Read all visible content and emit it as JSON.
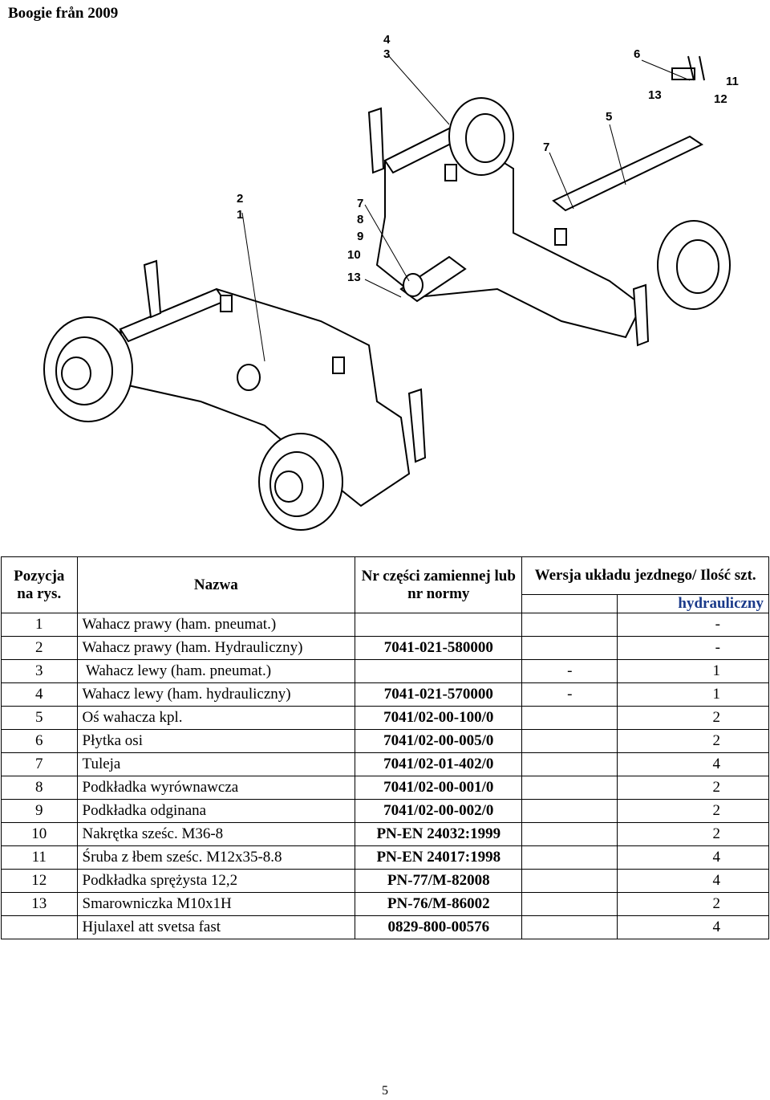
{
  "page_title": "Boogie från 2009",
  "callouts": [
    "4",
    "3",
    "6",
    "11",
    "13",
    "12",
    "5",
    "7",
    "2",
    "1",
    "7",
    "8",
    "9",
    "10",
    "13"
  ],
  "table": {
    "headers": {
      "position": "Pozycja na rys.",
      "name": "Nazwa",
      "part_no": "Nr części zamiennej lub nr normy",
      "version": "Wersja układu jezdnego/ Ilość szt.",
      "hydraulic": "hydrauliczny"
    },
    "rows": [
      {
        "pos": "1",
        "name": "Wahacz prawy (ham. pneumat.)",
        "nr": "",
        "v1": "",
        "v2": "-"
      },
      {
        "pos": "2",
        "name": "Wahacz prawy (ham. Hydrauliczny)",
        "nr": "7041-021-580000",
        "v1": "",
        "v2": "-"
      },
      {
        "pos": "3",
        "name": " Wahacz lewy (ham. pneumat.)",
        "nr": "",
        "v1": "-",
        "v2": "1"
      },
      {
        "pos": "4",
        "name": "Wahacz lewy (ham. hydrauliczny)",
        "nr": "7041-021-570000",
        "v1": "-",
        "v2": "1"
      },
      {
        "pos": "5",
        "name": "Oś wahacza kpl.",
        "nr": "7041/02-00-100/0",
        "v1": "",
        "v2": "2"
      },
      {
        "pos": "6",
        "name": "Płytka osi",
        "nr": "7041/02-00-005/0",
        "v1": "",
        "v2": "2"
      },
      {
        "pos": "7",
        "name": "Tuleja",
        "nr": "7041/02-01-402/0",
        "v1": "",
        "v2": "4"
      },
      {
        "pos": "8",
        "name": "Podkładka wyrównawcza",
        "nr": "7041/02-00-001/0",
        "v1": "",
        "v2": "2"
      },
      {
        "pos": "9",
        "name": "Podkładka odginana",
        "nr": "7041/02-00-002/0",
        "v1": "",
        "v2": "2"
      },
      {
        "pos": "10",
        "name": "Nakrętka sześc. M36-8",
        "nr": "PN-EN 24032:1999",
        "v1": "",
        "v2": "2"
      },
      {
        "pos": "11",
        "name": "Śruba z łbem sześc. M12x35-8.8",
        "nr": "PN-EN 24017:1998",
        "v1": "",
        "v2": "4"
      },
      {
        "pos": "12",
        "name": "Podkładka sprężysta 12,2",
        "nr": "PN-77/M-82008",
        "v1": "",
        "v2": "4"
      },
      {
        "pos": "13",
        "name": "Smarowniczka M10x1H",
        "nr": "PN-76/M-86002",
        "v1": "",
        "v2": "2"
      },
      {
        "pos": "",
        "name": "Hjulaxel att svetsa fast",
        "nr": "0829-800-00576",
        "v1": "",
        "v2": "4"
      }
    ]
  },
  "page_number": "5"
}
